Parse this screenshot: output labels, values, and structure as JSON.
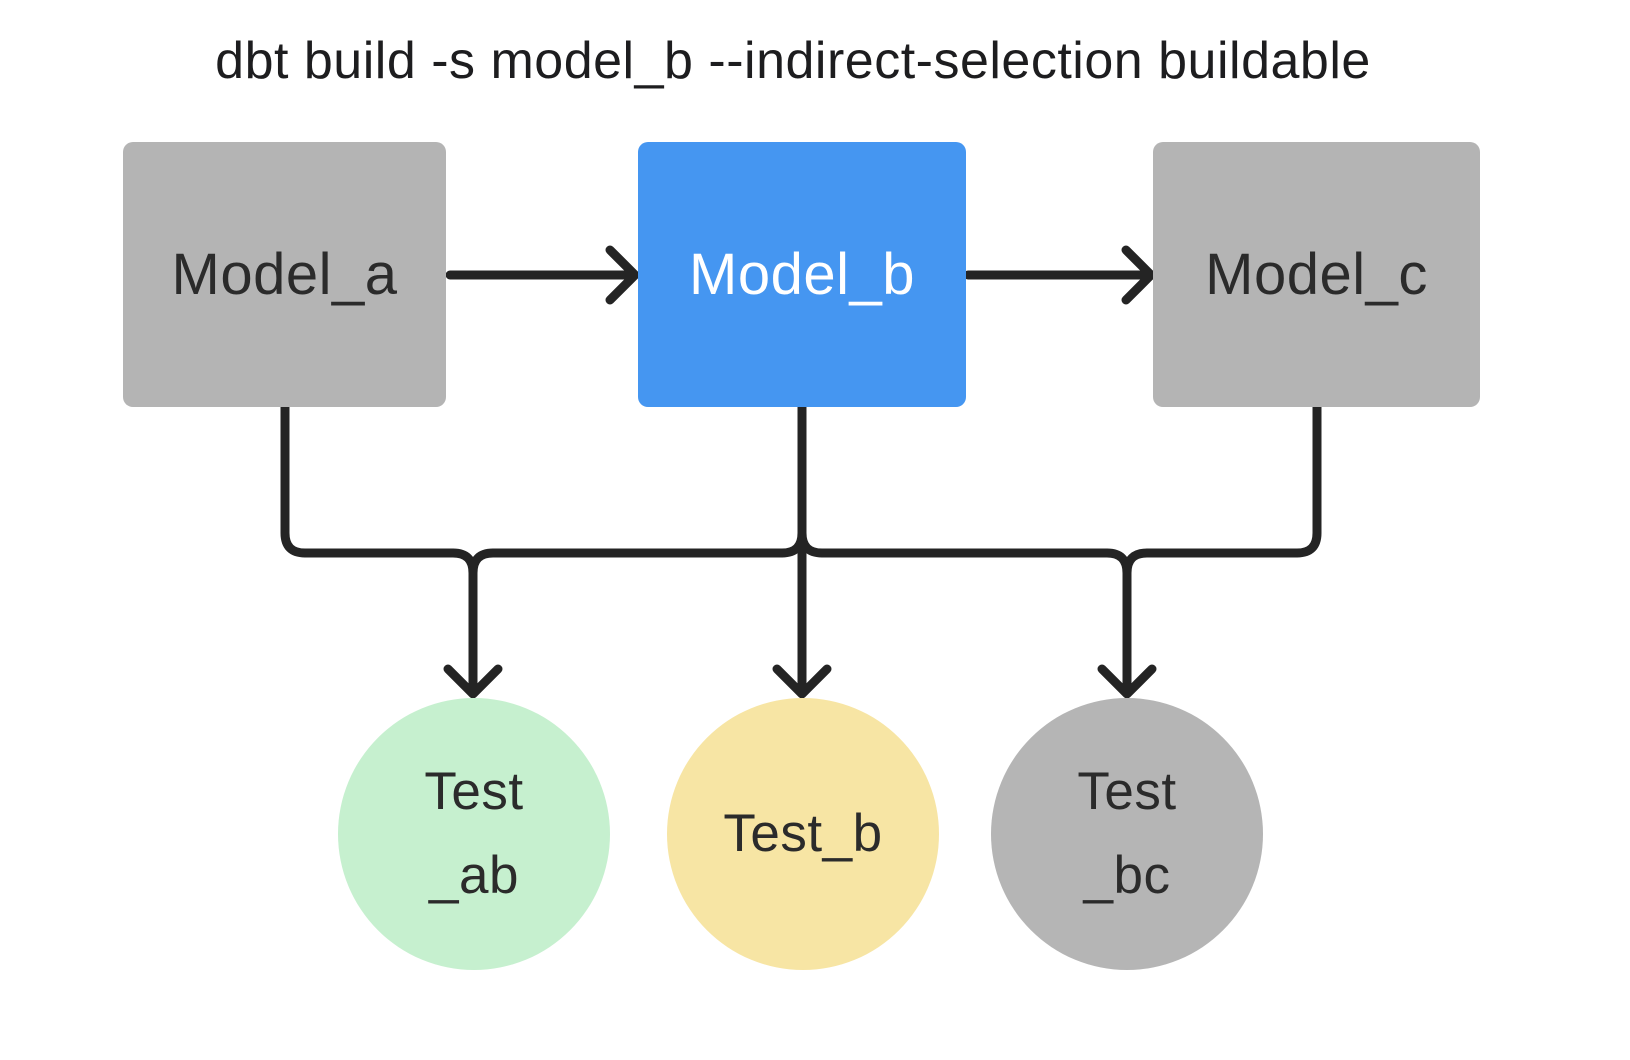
{
  "title": "dbt build -s model_b --indirect-selection buildable",
  "colors": {
    "background": "#ffffff",
    "line": "#242424",
    "title_text": "#1d1d1f",
    "model_unselected": "#b4b4b4",
    "model_selected": "#4596f1",
    "model_label_dark": "#2b2b2b",
    "model_label_light": "#ffffff",
    "test_ab_green": "#c6f0cf",
    "test_b_yellow": "#f7e5a4",
    "test_bc_gray": "#b5b5b5",
    "test_label": "#2b2b2b"
  },
  "diagram": {
    "models": [
      {
        "id": "model_a",
        "label": "Model_a",
        "selected": false
      },
      {
        "id": "model_b",
        "label": "Model_b",
        "selected": true
      },
      {
        "id": "model_c",
        "label": "Model_c",
        "selected": false
      }
    ],
    "tests": [
      {
        "id": "test_ab",
        "lines": [
          "Test",
          "_ab"
        ]
      },
      {
        "id": "test_b",
        "lines": [
          "Test_b"
        ]
      },
      {
        "id": "test_bc",
        "lines": [
          "Test",
          "_bc"
        ]
      }
    ],
    "edges": [
      "model_a -> model_b",
      "model_b -> model_c",
      "model_a -> test_ab",
      "model_b -> test_ab",
      "model_b -> test_b",
      "model_b -> test_bc",
      "model_c -> test_bc"
    ]
  }
}
